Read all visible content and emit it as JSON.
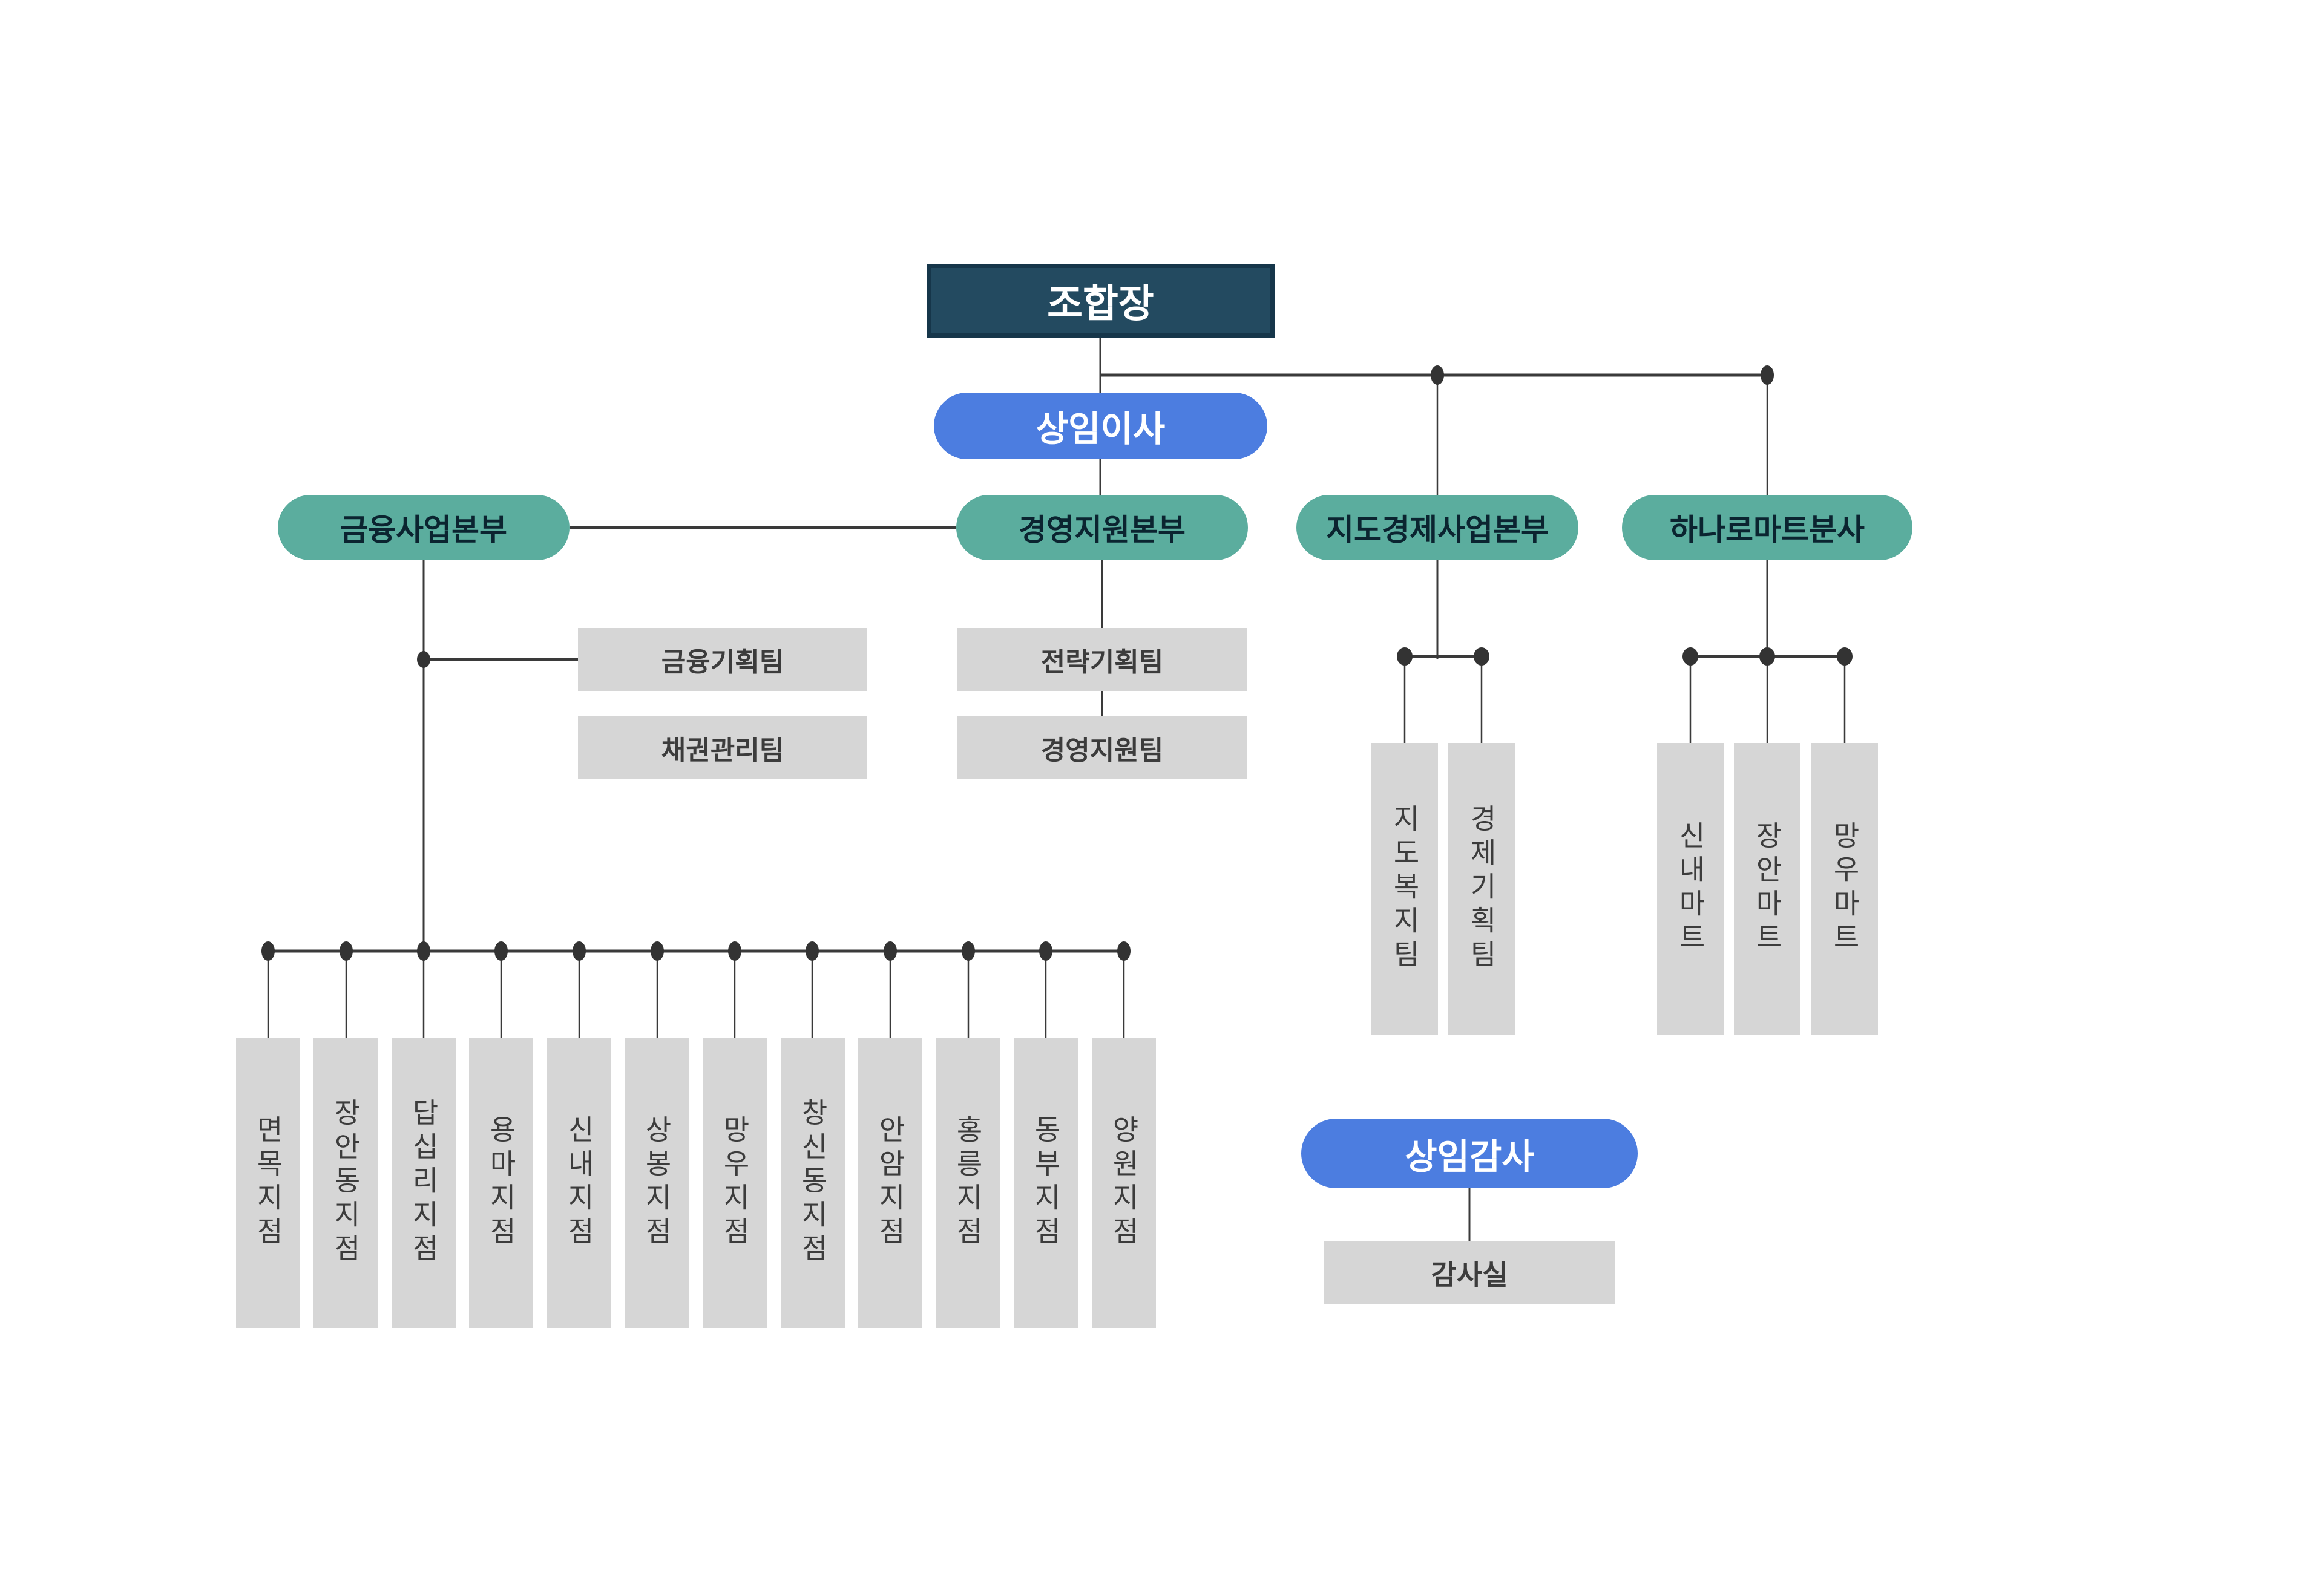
{
  "palette": {
    "chairman_fill": "#234A60",
    "chairman_border": "#16364A",
    "blue_pill": "#4C7DE0",
    "teal_pill": "#5BAD9E",
    "teal_pill_text": "#0B2430",
    "gray_box": "#D6D6D6",
    "gray_box_text": "#3C3C3C",
    "connector_line": "#3A3A3A",
    "background": "#FFFFFF"
  },
  "org": {
    "chairman": "조합장",
    "executive_director": "상임이사",
    "standing_auditor": "상임감사",
    "audit_office": "감사실",
    "headquarters": [
      {
        "label": "금융사업본부",
        "teams": [
          "금융기획팀",
          "채권관리팀"
        ],
        "branches": [
          "면목지점",
          "장안동지점",
          "답십리지점",
          "용마지점",
          "신내지점",
          "상봉지점",
          "망우지점",
          "창신동지점",
          "안암지점",
          "홍릉지점",
          "동부지점",
          "양원지점"
        ]
      },
      {
        "label": "경영지원본부",
        "teams": [
          "전략기획팀",
          "경영지원팀"
        ]
      },
      {
        "label": "지도경제사업본부",
        "teams": [
          "지도복지팀",
          "경제기획팀"
        ]
      },
      {
        "label": "하나로마트분사",
        "marts": [
          "신내마트",
          "장안마트",
          "망우마트"
        ]
      }
    ]
  }
}
